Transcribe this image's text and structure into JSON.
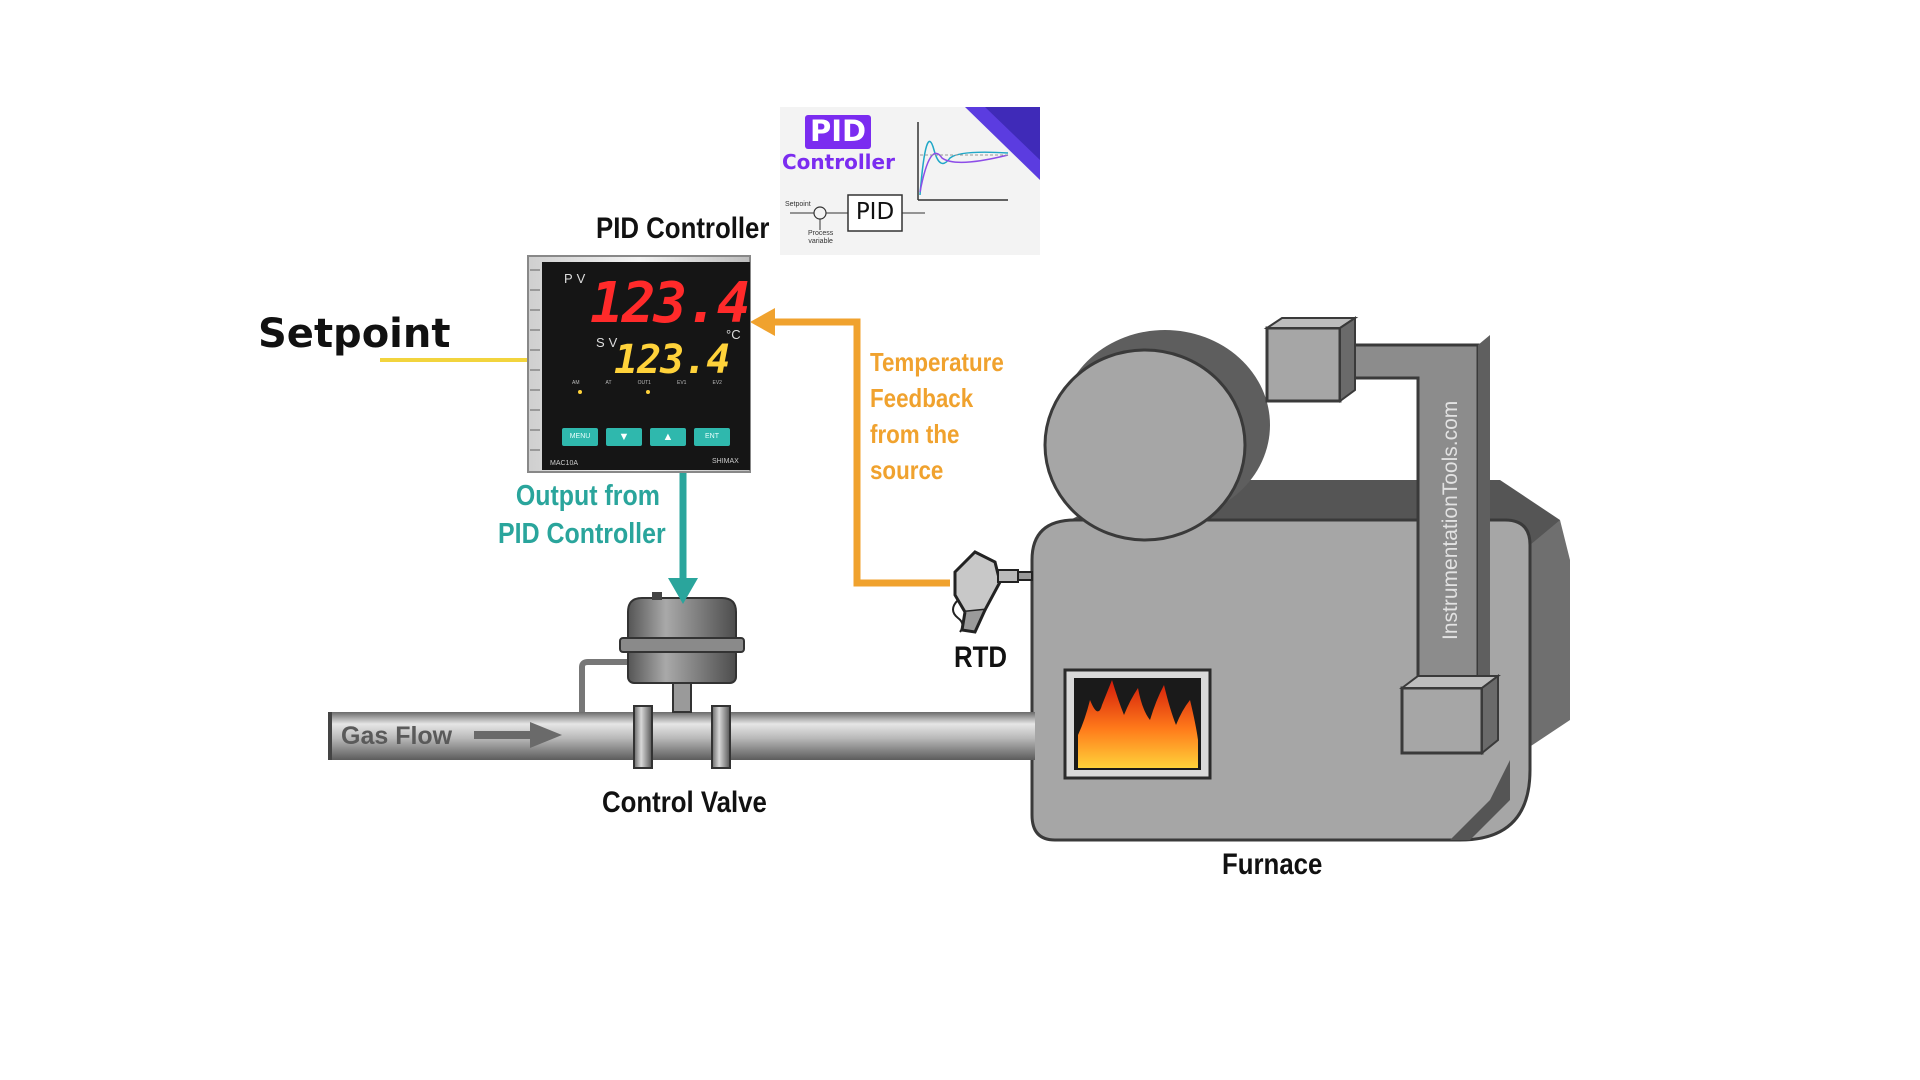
{
  "labels": {
    "setpoint": "Setpoint",
    "pid_controller": "PID Controller",
    "temperature_feedback": [
      "Temperature",
      "Feedback",
      "from the",
      "source"
    ],
    "output_from_pid": [
      "Output from",
      "PID Controller"
    ],
    "rtd": "RTD",
    "gas_flow": "Gas Flow",
    "control_valve": "Control Valve",
    "furnace": "Furnace",
    "watermark": "InstrumentationTools.com"
  },
  "controller_panel": {
    "pv_label": "PV",
    "sv_label": "SV",
    "pv_value": "123.4",
    "sv_value": "123.4",
    "unit": "°C",
    "indicators": [
      "AM",
      "AT",
      "OUT1",
      "EV1",
      "EV2"
    ],
    "buttons": [
      "MENU",
      "▼",
      "▲",
      "ENT"
    ],
    "model": "MAC10A",
    "brand": "SHIMAX"
  },
  "pid_logo": {
    "badge": "PID",
    "subtitle": "Controller",
    "block_label": "PID",
    "setpoint_label": "Setpoint",
    "process_variable_label": [
      "Process",
      "variable"
    ]
  },
  "colors": {
    "setpoint_arrow": "#f2d43d",
    "feedback_arrow": "#f0a22e",
    "output_arrow": "#2aa59c",
    "furnace_body": "#a6a6a6",
    "logo_purple": "#7b2cf0",
    "pv_digits": "#ff2a2a",
    "sv_digits": "#ffd23a"
  }
}
